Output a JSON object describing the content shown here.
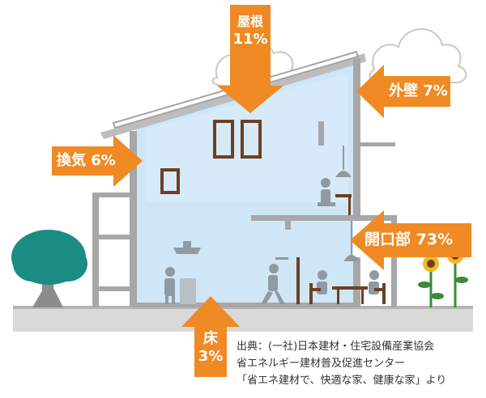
{
  "labels": {
    "roof": {
      "name": "屋根",
      "percent": "11%"
    },
    "outer_wall": {
      "name": "外壁",
      "percent": "7%"
    },
    "ventilation": {
      "name": "換気",
      "percent": "6%"
    },
    "openings": {
      "name": "開口部",
      "percent": "73%"
    },
    "floor": {
      "name": "床",
      "percent": "3%"
    }
  },
  "source": {
    "line1": "出典：(一社)日本建材・住宅設備産業協会",
    "line2": "省エネルギー建材普及促進センター",
    "line3": "「省エネ建材で、快適な家、健康な家」より"
  },
  "colors": {
    "arrow": "#ef8a24",
    "interior": "#cfe6f7",
    "wall": "#a7a7a7",
    "ground": "#d6d6d6",
    "tree": "#1b8c83",
    "window_frame": "#6e3f24",
    "figure": "#8f9aa3"
  }
}
